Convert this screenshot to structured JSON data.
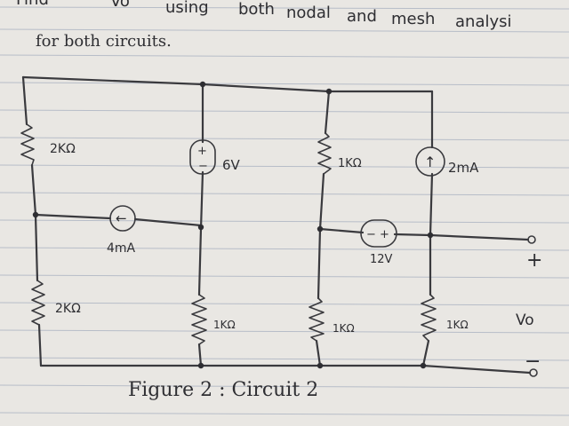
{
  "instructions": {
    "line1_words": [
      "Find",
      "Vo",
      "using",
      "both",
      "nodal",
      "and",
      "mesh",
      "analysi"
    ],
    "line2": "for both circuits."
  },
  "resistors": {
    "top_left": "2KΩ",
    "top_mid_right": "1KΩ",
    "bottom_left": "2KΩ",
    "bottom_mid_left": "1KΩ",
    "bottom_mid_right": "1KΩ",
    "bottom_right": "1KΩ"
  },
  "sources": {
    "voltage_6v": {
      "symbol_plus": "+",
      "symbol_minus": "−",
      "label": "6V"
    },
    "current_2ma": {
      "arrow": "↑",
      "label": "2mA"
    },
    "current_4ma": {
      "arrow": "←",
      "label": "4mA"
    },
    "voltage_12v": {
      "symbol": "− +",
      "label": "12V"
    }
  },
  "output": {
    "plus": "+",
    "minus": "−",
    "label": "Vo"
  },
  "caption": "Figure 2 : Circuit 2"
}
